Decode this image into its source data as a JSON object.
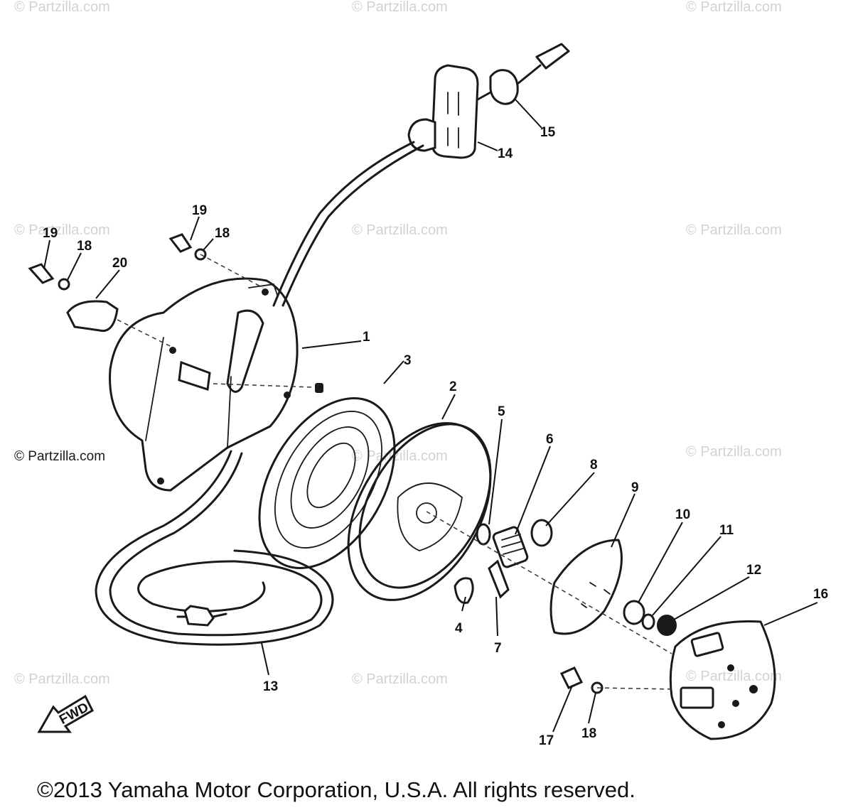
{
  "watermark": "© Partzilla.com",
  "copyright": "©2013 Yamaha Motor Corporation, U.S.A. All rights reserved.",
  "fwd_label": "FWD",
  "callouts": [
    "1",
    "2",
    "3",
    "4",
    "5",
    "6",
    "7",
    "8",
    "9",
    "10",
    "11",
    "12",
    "13",
    "14",
    "15",
    "16",
    "17",
    "18",
    "18",
    "18",
    "19",
    "19",
    "20"
  ]
}
